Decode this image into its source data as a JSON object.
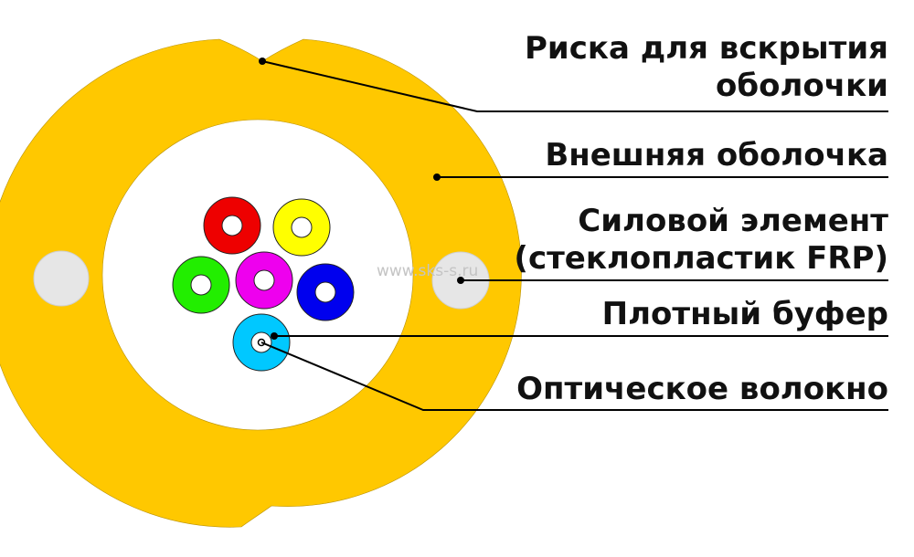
{
  "labels": {
    "score_line1": "Риска для вскрытия",
    "score_line2": "оболочки",
    "outer_jacket": "Внешняя оболочка",
    "strength_line1": "Силовой элемент",
    "strength_line2": "(стеклопластик FRP)",
    "tight_buffer": "Плотный буфер",
    "optical_fiber": "Оптическое волокно"
  },
  "watermark": "www.sks-s.ru",
  "colors": {
    "jacket": "#FFC800",
    "strength_member": "#E6E6E6",
    "leader_line": "#000000",
    "fiber_core": "#FFFFFF"
  },
  "buffers": [
    {
      "name": "red-buffer",
      "color": "#EE0000"
    },
    {
      "name": "yellow-buffer",
      "color": "#FFFF00"
    },
    {
      "name": "green-buffer",
      "color": "#22EE00"
    },
    {
      "name": "magenta-buffer",
      "color": "#EE00EE"
    },
    {
      "name": "blue-buffer",
      "color": "#0000EE"
    },
    {
      "name": "cyan-buffer",
      "color": "#00C8FF"
    }
  ]
}
